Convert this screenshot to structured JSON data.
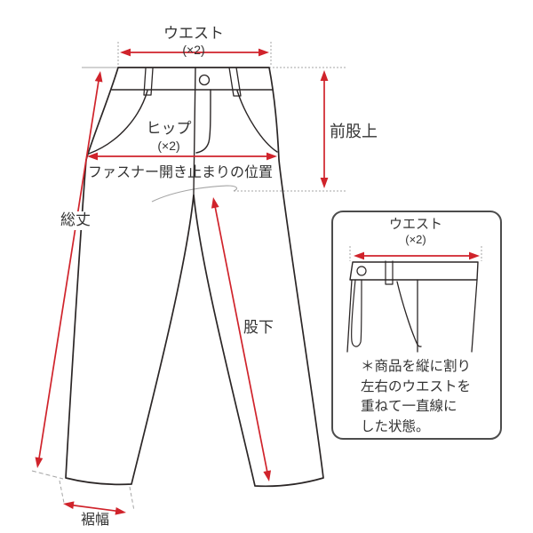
{
  "colors": {
    "red": "#d0232b",
    "line": "#2b2626",
    "gray": "#a5a5a5",
    "text": "#333333",
    "bg": "#ffffff",
    "box": "#4c4c4c"
  },
  "figure": {
    "type": "pants-measurement-diagram",
    "measurements": {
      "waist": {
        "label": "ウエスト",
        "multiplier": "(×2)"
      },
      "hip": {
        "label": "ヒップ",
        "multiplier": "(×2)"
      },
      "front_rise": {
        "label": "前股上"
      },
      "zipper_stop": {
        "label": "ファスナー開き止まりの位置"
      },
      "total_length": {
        "label": "総丈"
      },
      "inseam": {
        "label": "股下"
      },
      "hem_width": {
        "label": "裾幅"
      }
    },
    "inset": {
      "waist": {
        "label": "ウエスト",
        "multiplier": "(×2)"
      },
      "note_lines": [
        "＊商品を縦に割り",
        "左右のウエストを",
        "重ねて一直線に",
        "した状態。"
      ]
    }
  }
}
